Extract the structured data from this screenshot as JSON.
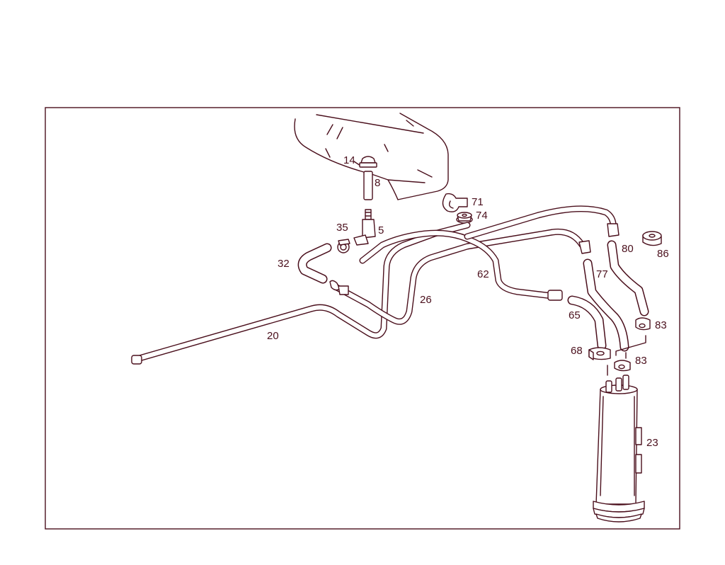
{
  "diagram": {
    "colors": {
      "line": "#4a0f1c",
      "background": "#ffffff"
    },
    "callouts": {
      "c5": "5",
      "c8": "8",
      "c14": "14",
      "c20": "20",
      "c23": "23",
      "c26": "26",
      "c32": "32",
      "c35": "35",
      "c62": "62",
      "c65": "65",
      "c68": "68",
      "c71": "71",
      "c74": "74",
      "c77": "77",
      "c80": "80",
      "c83a": "83",
      "c83b": "83",
      "c86": "86"
    }
  }
}
